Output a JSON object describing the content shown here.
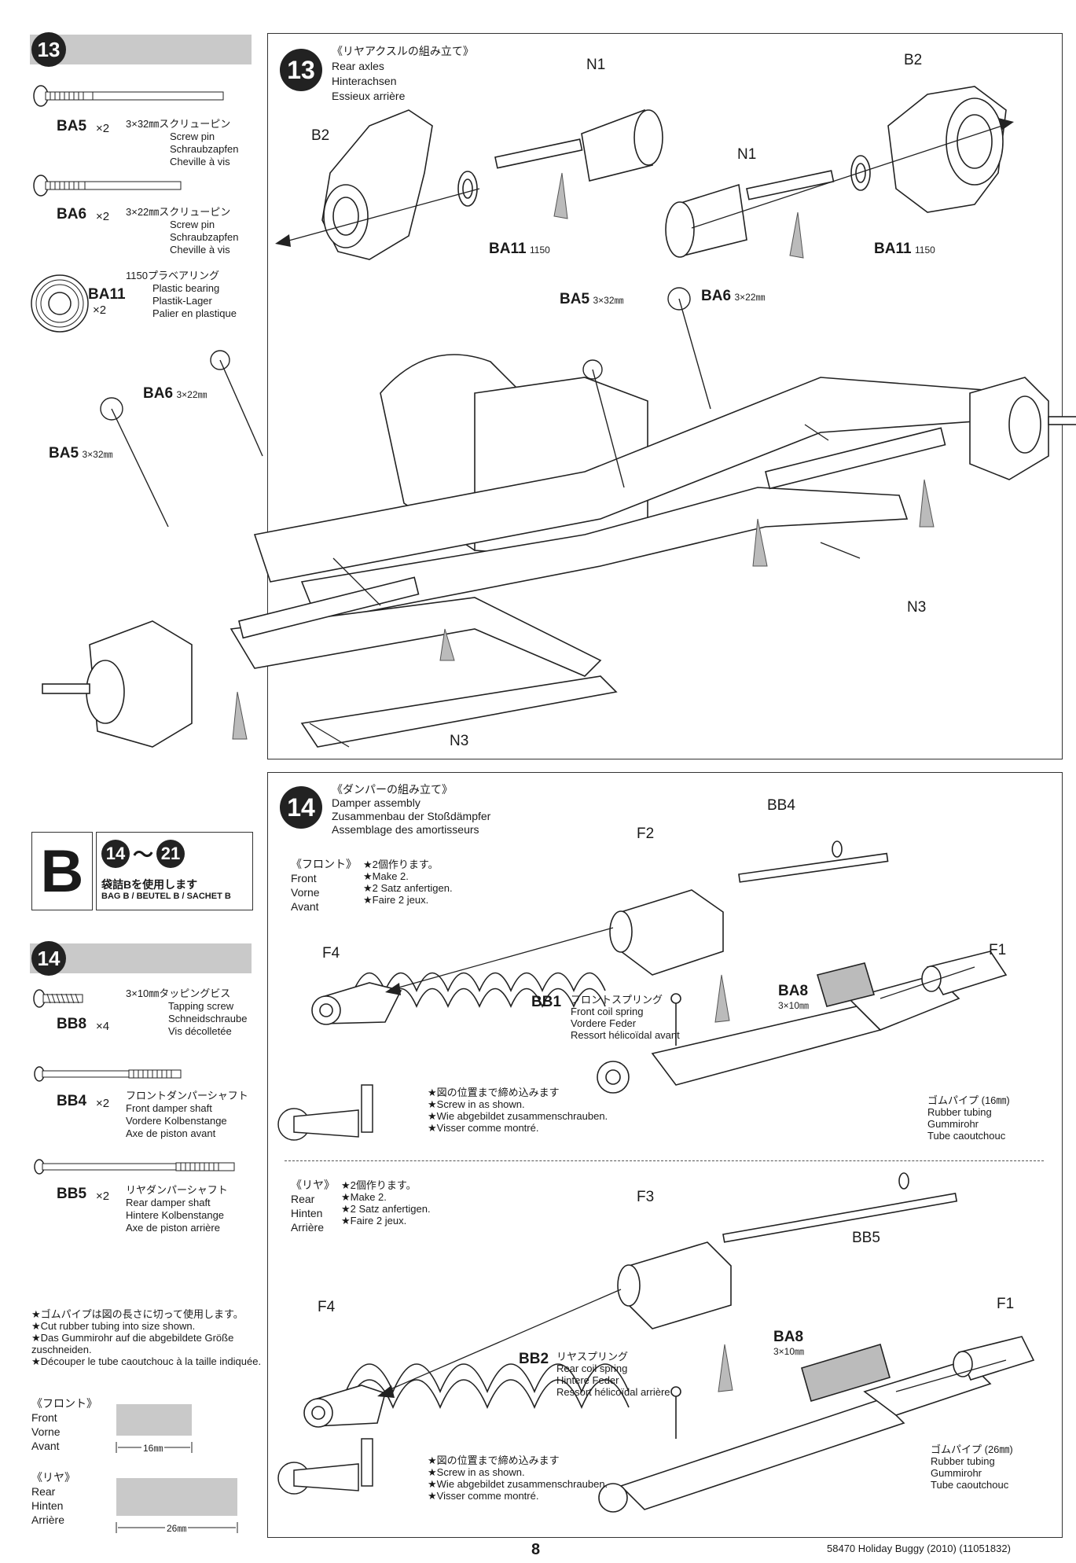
{
  "left": {
    "step13": {
      "num": "13",
      "parts": [
        {
          "code": "BA5",
          "qty": "×2",
          "jp": "3×32㎜スクリューピン",
          "en": "Screw pin",
          "de": "Schraubzapfen",
          "fr": "Cheville à vis"
        },
        {
          "code": "BA6",
          "qty": "×2",
          "jp": "3×22㎜スクリューピン",
          "en": "Screw pin",
          "de": "Schraubzapfen",
          "fr": "Cheville à vis"
        },
        {
          "code": "BA11",
          "qty": "×2",
          "jp": "1150プラベアリング",
          "en": "Plastic bearing",
          "de": "Plastik-Lager",
          "fr": "Palier en plastique"
        }
      ]
    },
    "bagbox": {
      "letter": "B",
      "range_from": "14",
      "range_sep": "～",
      "range_to": "21",
      "jp": "袋詰Bを使用します",
      "en": "BAG B / BEUTEL B / SACHET B"
    },
    "step14": {
      "num": "14",
      "parts": [
        {
          "code": "BB8",
          "qty": "×4",
          "jp": "3×10㎜タッピングビス",
          "en": "Tapping screw",
          "de": "Schneidschraube",
          "fr": "Vis décolletée"
        },
        {
          "code": "BB4",
          "qty": "×2",
          "jp": "フロントダンパーシャフト",
          "en": "Front damper shaft",
          "de": "Vordere Kolbenstange",
          "fr": "Axe de piston avant"
        },
        {
          "code": "BB5",
          "qty": "×2",
          "jp": "リヤダンパーシャフト",
          "en": "Rear damper shaft",
          "de": "Hintere Kolbenstange",
          "fr": "Axe de piston arrière"
        }
      ]
    },
    "cut_note": {
      "jp": "★ゴムパイプは図の長さに切って使用します。",
      "en": "★Cut rubber tubing into size shown.",
      "de": "★Das Gummirohr auf die abgebildete Größe zuschneiden.",
      "fr": "★Découper le tube caoutchouc à la taille indiquée."
    },
    "front_tube": {
      "jp": "《フロント》",
      "en": "Front",
      "de": "Vorne",
      "fr": "Avant",
      "len": "16㎜"
    },
    "rear_tube": {
      "jp": "《リヤ》",
      "en": "Rear",
      "de": "Hinten",
      "fr": "Arrière",
      "len": "26㎜"
    }
  },
  "panel13": {
    "num": "13",
    "jp": "《リヤアクスルの組み立て》",
    "en": "Rear axles",
    "de": "Hinterachsen",
    "fr": "Essieux arrière",
    "labels": {
      "n1a": "N1",
      "n1b": "N1",
      "b2a": "B2",
      "b2b": "B2",
      "ba11a": "BA11",
      "ba11a_n": "1150",
      "ba11b": "BA11",
      "ba11b_n": "1150",
      "ba5a": "BA5",
      "ba5a_s": "3×32㎜",
      "ba6a": "BA6",
      "ba6a_s": "3×22㎜",
      "ba6b": "BA6",
      "ba6b_s": "3×22㎜",
      "ba5b": "BA5",
      "ba5b_s": "3×32㎜",
      "n3a": "N3",
      "n3b": "N3"
    }
  },
  "panel14": {
    "num": "14",
    "jp": "《ダンパーの組み立て》",
    "en": "Damper assembly",
    "de": "Zusammenbau der Stoßdämpfer",
    "fr": "Assemblage des amortisseurs",
    "front": {
      "jp": "《フロント》",
      "en": "Front",
      "de": "Vorne",
      "fr": "Avant",
      "make_jp": "★2個作ります。",
      "make_en": "★Make 2.",
      "make_de": "★2 Satz anfertigen.",
      "make_fr": "★Faire 2 jeux.",
      "f2": "F2",
      "bb4": "BB4",
      "f4": "F4",
      "f1": "F1",
      "spring_code": "BB1",
      "spring_jp": "フロントスプリング",
      "spring_en": "Front coil spring",
      "spring_de": "Vordere Feder",
      "spring_fr": "Ressort hélicoïdal avant",
      "ba8": "BA8",
      "ba8_s": "3×10㎜",
      "tube_jp": "ゴムパイプ (16㎜)",
      "tube_en": "Rubber tubing",
      "tube_de": "Gummirohr",
      "tube_fr": "Tube caoutchouc",
      "screw_jp": "★図の位置まで締め込みます",
      "screw_en": "★Screw in as shown.",
      "screw_de": "★Wie abgebildet zusammenschrauben.",
      "screw_fr": "★Visser comme montré."
    },
    "rear": {
      "jp": "《リヤ》",
      "en": "Rear",
      "de": "Hinten",
      "fr": "Arrière",
      "make_jp": "★2個作ります。",
      "make_en": "★Make 2.",
      "make_de": "★2 Satz anfertigen.",
      "make_fr": "★Faire 2 jeux.",
      "f3": "F3",
      "bb5": "BB5",
      "f4": "F4",
      "f1": "F1",
      "spring_code": "BB2",
      "spring_jp": "リヤスプリング",
      "spring_en": "Rear coil spring",
      "spring_de": "Hintere Feder",
      "spring_fr": "Ressort hélicoïdal arrière",
      "ba8": "BA8",
      "ba8_s": "3×10㎜",
      "tube_jp": "ゴムパイプ (26㎜)",
      "tube_en": "Rubber tubing",
      "tube_de": "Gummirohr",
      "tube_fr": "Tube caoutchouc",
      "screw_jp": "★図の位置まで締め込みます",
      "screw_en": "★Screw in as shown.",
      "screw_de": "★Wie abgebildet zusammenschrauben.",
      "screw_fr": "★Visser comme montré."
    }
  },
  "footer": {
    "page": "8",
    "ref": "58470 Holiday Buggy (2010) (11051832)"
  }
}
